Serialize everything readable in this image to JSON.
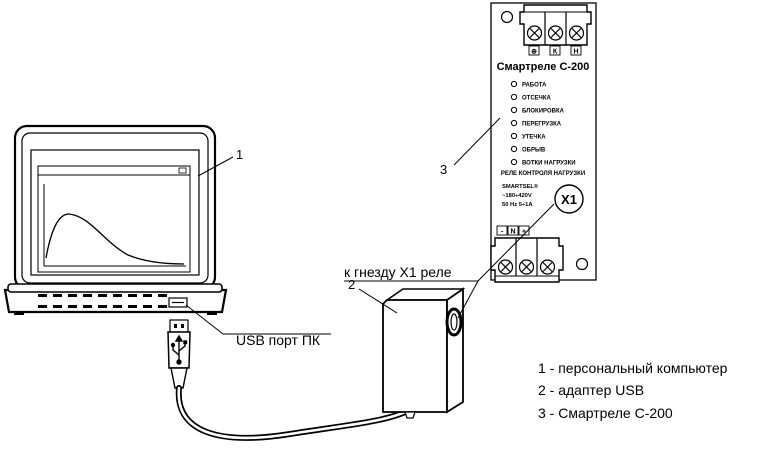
{
  "callouts": {
    "laptop_num": "1",
    "adapter_num": "2",
    "relay_num": "3"
  },
  "labels": {
    "usb_port": "USB порт ПК",
    "to_socket": "к гнезду X1 реле"
  },
  "relay": {
    "title": "Смартреле С-200",
    "indicators": [
      "РАБОТА",
      "ОТСЕЧКА",
      "БЛОКИРОВКА",
      "ПЕРЕГРУЗКА",
      "УТЕЧКА",
      "ОБРЫВ",
      "ВОТКИ НАГРУЗКИ"
    ],
    "subtitle": "РЕЛЕ КОНТРОЛЯ НАГРУЗКИ",
    "spec_lines": [
      "SMARTSEL®",
      "~180÷420V",
      "50 Hz 5÷1A"
    ],
    "socket_label": "X1",
    "top_terminals": [
      "⊕",
      "К",
      "Н"
    ],
    "bottom_terminals": [
      "-",
      "N",
      "+"
    ]
  },
  "legend": {
    "item1": "1 - персональный компьютер",
    "item2": "2 - адаптер USB",
    "item3": "3 -  Смартреле С-200"
  }
}
